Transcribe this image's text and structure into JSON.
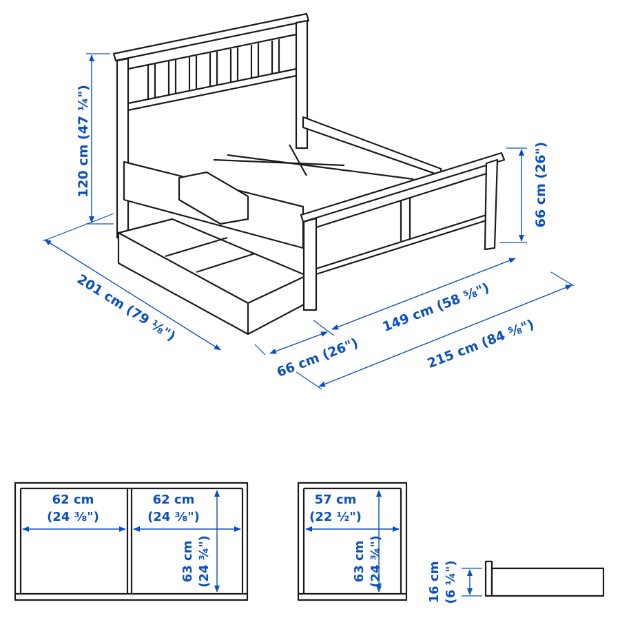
{
  "colors": {
    "dimension": "#0a4fbf",
    "line": "#1a1a1a"
  },
  "bed_dimensions": {
    "headboard_height": "120 cm (47 ¼\")",
    "footboard_height": "66 cm (26\")",
    "length": "201 cm (79 ⅛\")",
    "inner_width": "149 cm (58 ⅝\")",
    "drawer_clearance": "66 cm (26\")",
    "total_width": "215 cm (84 ⅝\")"
  },
  "drawer_views": {
    "left_width_1": "62 cm",
    "left_width_1_in": "(24 ⅜\")",
    "left_width_2": "62 cm",
    "left_width_2_in": "(24 ⅜\")",
    "left_depth": "63 cm",
    "left_depth_in": "(24 ¾\")",
    "right_width": "57 cm",
    "right_width_in": "(22 ½\")",
    "right_depth": "63 cm",
    "right_depth_in": "(24 ¾\")",
    "height": "16 cm",
    "height_in": "(6 ¼\")"
  }
}
